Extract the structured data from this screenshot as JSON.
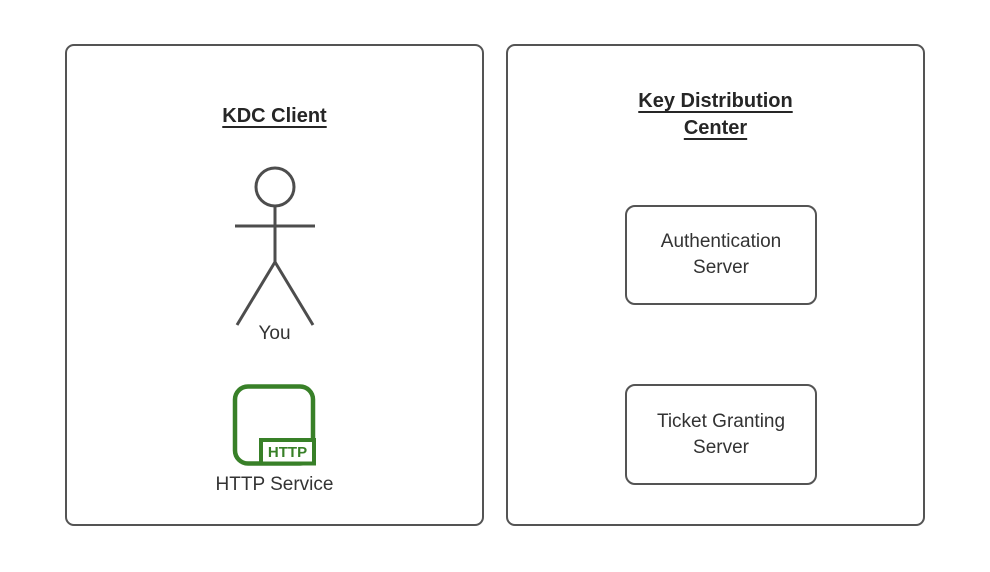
{
  "left_panel": {
    "title": "KDC Client",
    "actor_label": "You",
    "service_icon_text": "HTTP",
    "service_label": "HTTP Service"
  },
  "right_panel": {
    "title": "Key Distribution Center",
    "nodes": [
      {
        "label": "Authentication Server"
      },
      {
        "label": "Ticket Granting Server"
      }
    ]
  },
  "colors": {
    "panel_border": "#545454",
    "node_border": "#545454",
    "title_text": "#262626",
    "label_text": "#333333",
    "actor_stroke": "#4d4d4d",
    "service_green": "#388028"
  }
}
